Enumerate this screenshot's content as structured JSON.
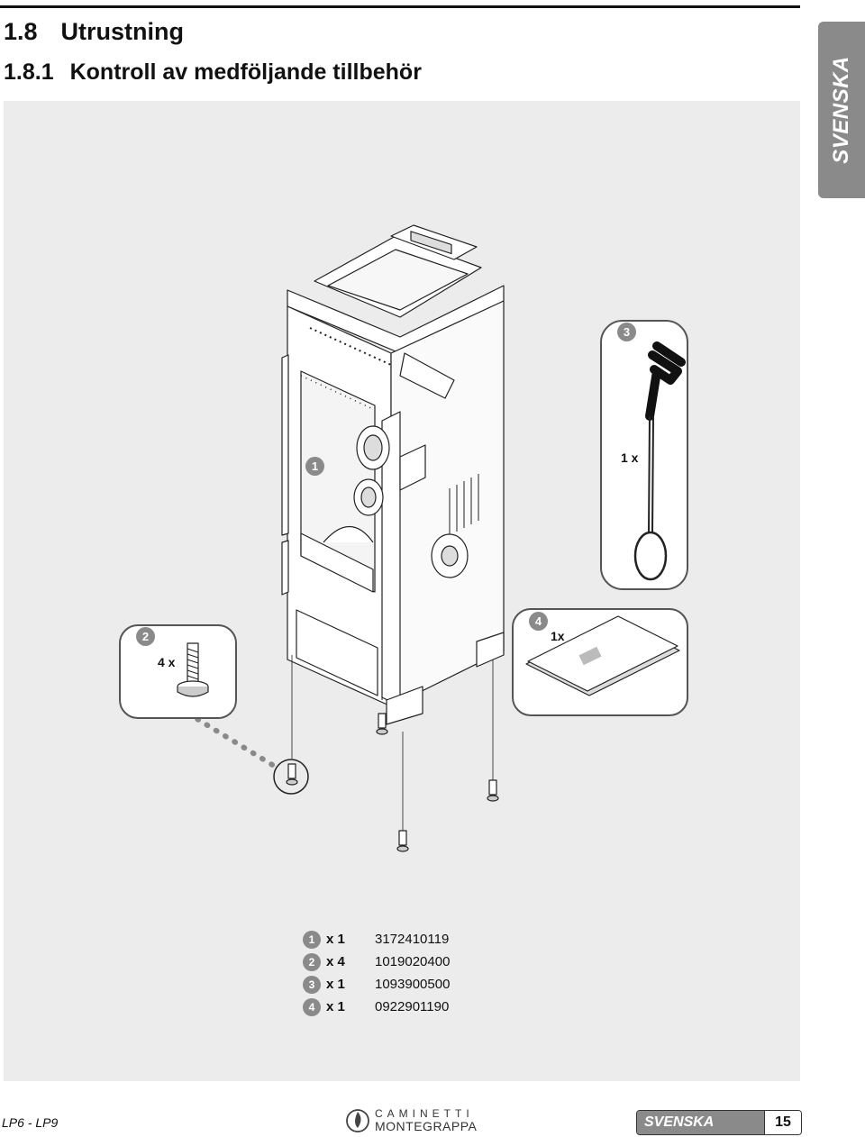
{
  "heading": {
    "num": "1.8",
    "title": "Utrustning"
  },
  "subheading": {
    "num": "1.8.1",
    "title": "Kontroll av medföljande tillbehör"
  },
  "side_tab": "SVENSKA",
  "callouts": {
    "c1": "1",
    "c2": "2",
    "c3": "3",
    "c4": "4"
  },
  "qty_labels": {
    "screws": "4 x",
    "brush": "1 x",
    "manual": "1x"
  },
  "parts": [
    {
      "badge": "1",
      "qty": "x 1",
      "code": "3172410119"
    },
    {
      "badge": "2",
      "qty": "x 4",
      "code": "1019020400"
    },
    {
      "badge": "3",
      "qty": "x 1",
      "code": "1093900500"
    },
    {
      "badge": "4",
      "qty": "x 1",
      "code": "0922901190"
    }
  ],
  "footer": {
    "model": "LP6 - LP9",
    "brand_line1": "CAMINETTI",
    "brand_line2": "MONTEGRAPPA",
    "lang": "SVENSKA",
    "page": "15"
  }
}
